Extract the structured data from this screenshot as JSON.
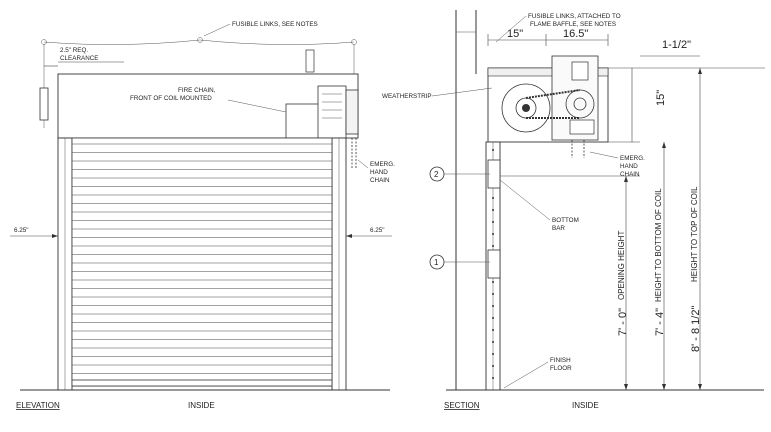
{
  "elevation": {
    "title": "ELEVATION",
    "inside": "INSIDE",
    "fusible_links": "FUSIBLE LINKS, SEE NOTES",
    "clearance_line1": "2.5\" REQ.",
    "clearance_line2": "CLEARANCE",
    "fire_chain_line1": "FIRE CHAIN,",
    "fire_chain_line2": "FRONT OF COIL MOUNTED",
    "emerg_line1": "EMERG.",
    "emerg_line2": "HAND",
    "emerg_line3": "CHAIN",
    "dim_left": "6.25\"",
    "dim_right": "6.25\""
  },
  "section": {
    "title": "SECTION",
    "inside": "INSIDE",
    "fusible_line1": "FUSIBLE LINKS, ATTACHED TO",
    "fusible_line2": "FLAME BAFFLE, SEE NOTES",
    "dim_15": "15\"",
    "dim_16_5": "16.5\"",
    "dim_1_5": "1-1/2\"",
    "dim_15_vert": "15\"",
    "weatherstrip": "WEATHERSTRIP",
    "emerg_line1": "EMERG.",
    "emerg_line2": "HAND",
    "emerg_line3": "CHAIN",
    "bottom_bar_line1": "BOTTOM",
    "bottom_bar_line2": "BAR",
    "finish_line1": "FINISH",
    "finish_line2": "FLOOR",
    "callout_2": "2",
    "callout_1": "1",
    "opening_height": "OPENING HEIGHT",
    "height_bottom": "HEIGHT TO BOTTOM OF COIL",
    "height_top": "HEIGHT TO TOP OF COIL",
    "dim_7_0": "7' - 0\"",
    "dim_7_4": "7' - 4\"",
    "dim_8_8": "8' - 8 1/2\""
  }
}
